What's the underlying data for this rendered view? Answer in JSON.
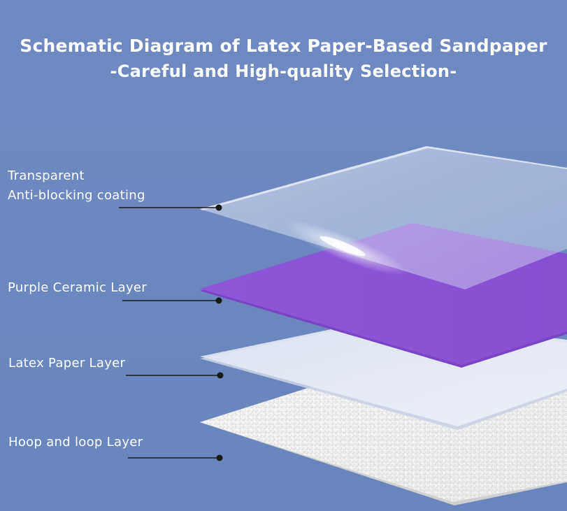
{
  "header": {
    "title": "Schematic Diagram of Latex Paper-Based Sandpaper",
    "subtitle": "-Careful and High-quality Selection-"
  },
  "layers": [
    {
      "id": "transparent",
      "line1": "Transparent",
      "line2": "Anti-blocking coating",
      "color": "#dfe6f6"
    },
    {
      "id": "purple",
      "line1": "Purple Ceramic Layer",
      "color": "#8a56d6"
    },
    {
      "id": "latex",
      "line1": "Latex Paper Layer",
      "color": "#e7ebf5"
    },
    {
      "id": "hoop",
      "line1": "Hoop and loop Layer",
      "color": "#f2f2f2"
    }
  ]
}
